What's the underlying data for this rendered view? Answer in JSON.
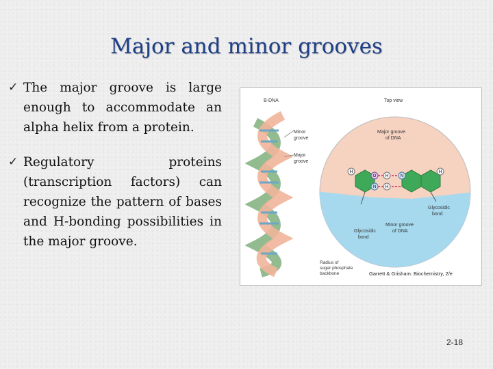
{
  "slide": {
    "title": "Major and minor grooves",
    "bullets": [
      "The major groove is large enough to accommodate an alpha helix from a protein.",
      "Regulatory proteins (transcription factors) can recognize the pattern of bases and H-bonding possibilities in the major groove."
    ],
    "bullet_marker": "✓",
    "page_number": "2-18"
  },
  "figure": {
    "label_bdna": "B-DNA",
    "label_topview": "Top view",
    "label_minor_groove_1": "Minor",
    "label_minor_groove_2": "groove",
    "label_major_groove_1": "Major",
    "label_major_groove_2": "groove",
    "label_major_groove_dna_1": "Major groove",
    "label_major_groove_dna_2": "of DNA",
    "label_minor_groove_dna_1": "Minor groove",
    "label_minor_groove_dna_2": "of DNA",
    "label_glycosidic_right_1": "Glycosidic",
    "label_glycosidic_right_2": "bond",
    "label_glycosidic_left_1": "Glycosidic",
    "label_glycosidic_left_2": "bond",
    "label_radius_1": "Radius of",
    "label_radius_2": "sugar phosphate",
    "label_radius_3": "backbone",
    "label_credit": "Garrett & Grisham: Biochemistry, 2/e",
    "atom_h": "H",
    "atom_n": "N",
    "atom_o": "O"
  },
  "colors": {
    "title": "#1f3f86",
    "circle_fill": "#f6d2c0",
    "minor_groove_fill": "#a6d9ee",
    "base_green": "#3fa95a",
    "helix_green": "#7fb07d",
    "helix_pink": "#f1b49a"
  }
}
